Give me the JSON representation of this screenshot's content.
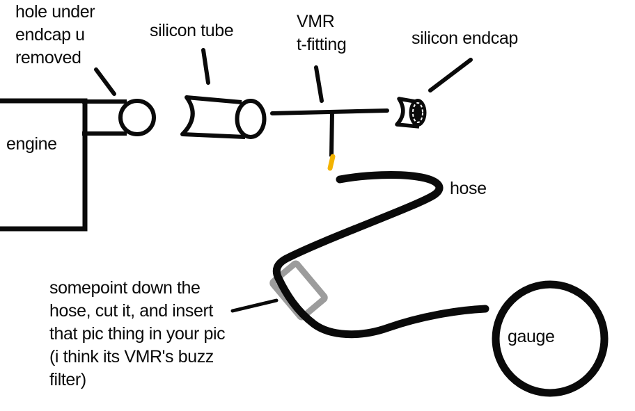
{
  "diagram": {
    "labels": {
      "hole_note": "hole under\nendcap u\nremoved",
      "silicon_tube": "silicon tube",
      "vmr_t_fitting": "VMR\nt-fitting",
      "silicon_endcap": "silicon endcap",
      "engine": "engine",
      "hose": "hose",
      "filter_note": "somepoint down the\nhose, cut it, and insert\nthat pic thing in your pic\n(i think its VMR's buzz\nfilter)",
      "gauge": "gauge"
    },
    "colors": {
      "ink": "#0a0a0a",
      "filter_gray": "#9c9c9c",
      "tip_yellow": "#f3b300",
      "background": "#ffffff"
    }
  }
}
